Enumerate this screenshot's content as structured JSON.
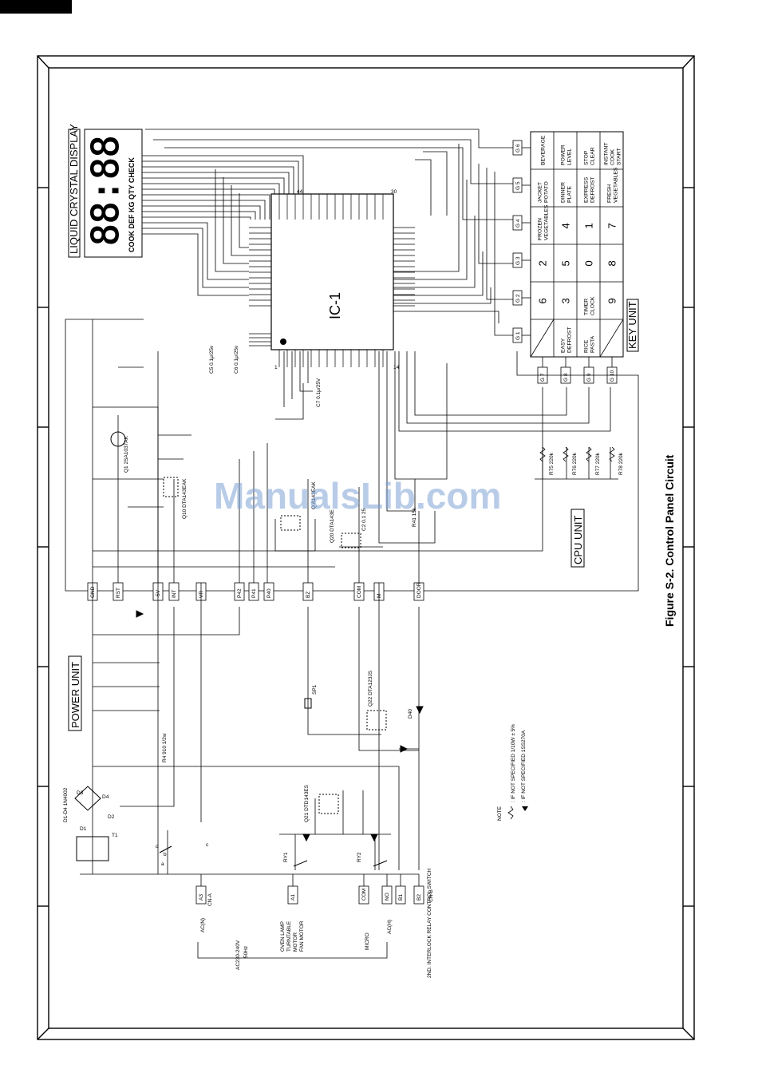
{
  "figure": {
    "title": "Figure S-2. Control Panel Circuit"
  },
  "watermark": "ManualsLib.com",
  "sections": {
    "lcd": "LIQUID CRYSTAL DISPLAY",
    "ic": "IC-1",
    "key_unit": "KEY UNIT",
    "cpu_unit": "CPU UNIT",
    "power_unit": "POWER UNIT"
  },
  "lcd": {
    "digits": "88:88",
    "indicators": "COOK DEF KG QTY CHECK"
  },
  "key_matrix": {
    "columns": [
      {
        "id": "col-g6",
        "cells": [
          "BEVERAGE",
          "POWER LEVEL",
          "STOP CLEAR",
          "INSTANT COOK START"
        ]
      },
      {
        "id": "col-g5",
        "cells": [
          "JACKET POTATO",
          "DINNER PLATE",
          "EXPRESS DEFROST",
          "FRESH VEGETABLES"
        ]
      },
      {
        "id": "col-g4",
        "cells": [
          "FROZEN VEGETABLES",
          "4",
          "1",
          "7"
        ]
      },
      {
        "id": "col-g3",
        "cells": [
          "2",
          "5",
          "0",
          "8"
        ]
      },
      {
        "id": "col-g2",
        "cells": [
          "6",
          "3",
          "TIMER CLOCK",
          "9"
        ]
      },
      {
        "id": "col-g1",
        "cells": [
          "",
          "EASY DEFROST",
          "RICE PASTA",
          ""
        ]
      }
    ]
  },
  "connectors": {
    "g_row": [
      "G 6",
      "G 5",
      "G 4",
      "G 3",
      "G 2",
      "G 1"
    ],
    "g_bottom": [
      "G 7",
      "G 8",
      "G 9",
      "G 10"
    ],
    "cpu_pins": [
      "GND",
      "RST",
      "-5V",
      "INT",
      "VR",
      "P42",
      "P41",
      "P40",
      "BZ",
      "COM",
      "M",
      "DOOR"
    ],
    "ac_pins": [
      "A3",
      "A1",
      "COM",
      "NO",
      "B1",
      "B2"
    ]
  },
  "resistors": [
    "R75 220k",
    "R76 220k",
    "R77 220k",
    "R78 220k",
    "R41 15k",
    "R4 910 1/2w"
  ],
  "caps": [
    "C5 0.1μ/25v",
    "C6 0.1μ/25v",
    "C7 0.1μ/25V",
    "C2 0.1 25"
  ],
  "transistors": [
    {
      "name": "Q1",
      "part": "2SA1037AK"
    },
    {
      "name": "Q10",
      "part": "DTA143EAK"
    },
    {
      "name": "Q",
      "part": "A143EAK"
    },
    {
      "name": "Q20",
      "part": "DTA143E"
    },
    {
      "name": "Q21",
      "part": "DTD143ES"
    },
    {
      "name": "Q22",
      "part": "DTA123JS"
    }
  ],
  "misc_labels": {
    "sp1": "SP1",
    "d40": "D40",
    "diodes": "D1-D4 1N4002",
    "d1": "D1",
    "d2": "D2",
    "d3": "D3",
    "d4": "D4",
    "t1": "T1",
    "ry1": "RY1",
    "ry2": "RY2",
    "pin1": "1",
    "pin14": "14",
    "pin30": "30",
    "pin44": "44",
    "cn_a": "CN-A",
    "cn_b": "CN-B",
    "sw_a": "a",
    "sw_b": "b",
    "sw_c": "c",
    "sw_d": "d"
  },
  "ac_labels": {
    "acn": "AC(N)",
    "ach": "AC(H)",
    "supply": "AC230-240V",
    "freq": "50Hz",
    "oven": "OVEN LAMP",
    "turntable": "TURNTABLE",
    "motor": "MOTOR",
    "fan": "FAN MOTOR",
    "micro": "MICRO",
    "interlock": "2ND. INTERLOCK RELAY CONTROL SWITCH"
  },
  "note": {
    "heading": "NOTE",
    "line1": ": IF NOT SPECIFIED 1/10W ± 5%",
    "line2": ": IF NOT SPECIFIED 1SS270A"
  }
}
